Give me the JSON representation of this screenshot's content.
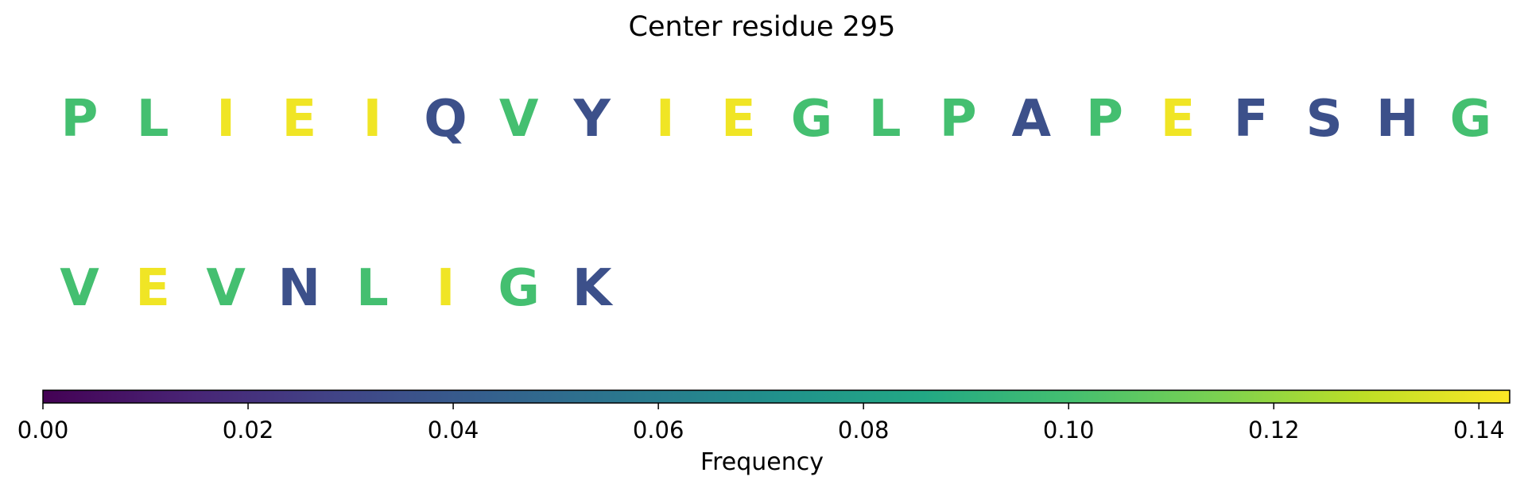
{
  "title": "Center residue 295",
  "chart_data": {
    "type": "heatmap",
    "title": "Center residue 295",
    "residues": [
      {
        "letter": "P",
        "value": 0.1
      },
      {
        "letter": "L",
        "value": 0.1
      },
      {
        "letter": "I",
        "value": 0.14
      },
      {
        "letter": "E",
        "value": 0.14
      },
      {
        "letter": "I",
        "value": 0.14
      },
      {
        "letter": "Q",
        "value": 0.035
      },
      {
        "letter": "V",
        "value": 0.1
      },
      {
        "letter": "Y",
        "value": 0.035
      },
      {
        "letter": "I",
        "value": 0.14
      },
      {
        "letter": "E",
        "value": 0.14
      },
      {
        "letter": "G",
        "value": 0.1
      },
      {
        "letter": "L",
        "value": 0.1
      },
      {
        "letter": "P",
        "value": 0.1
      },
      {
        "letter": "A",
        "value": 0.035
      },
      {
        "letter": "P",
        "value": 0.1
      },
      {
        "letter": "E",
        "value": 0.14
      },
      {
        "letter": "F",
        "value": 0.035
      },
      {
        "letter": "S",
        "value": 0.035
      },
      {
        "letter": "H",
        "value": 0.035
      },
      {
        "letter": "G",
        "value": 0.1
      },
      {
        "letter": "V",
        "value": 0.1
      },
      {
        "letter": "E",
        "value": 0.14
      },
      {
        "letter": "V",
        "value": 0.1
      },
      {
        "letter": "N",
        "value": 0.035
      },
      {
        "letter": "L",
        "value": 0.1
      },
      {
        "letter": "I",
        "value": 0.14
      },
      {
        "letter": "G",
        "value": 0.1
      },
      {
        "letter": "K",
        "value": 0.035
      }
    ],
    "residues_per_row": 20,
    "colormap": "viridis",
    "colorbar": {
      "label": "Frequency",
      "range": [
        0,
        0.143
      ],
      "ticks": [
        "0.00",
        "0.02",
        "0.04",
        "0.06",
        "0.08",
        "0.10",
        "0.12",
        "0.14"
      ],
      "tick_values": [
        0,
        0.02,
        0.04,
        0.06,
        0.08,
        0.1,
        0.12,
        0.14
      ],
      "placement": "bottom"
    }
  }
}
